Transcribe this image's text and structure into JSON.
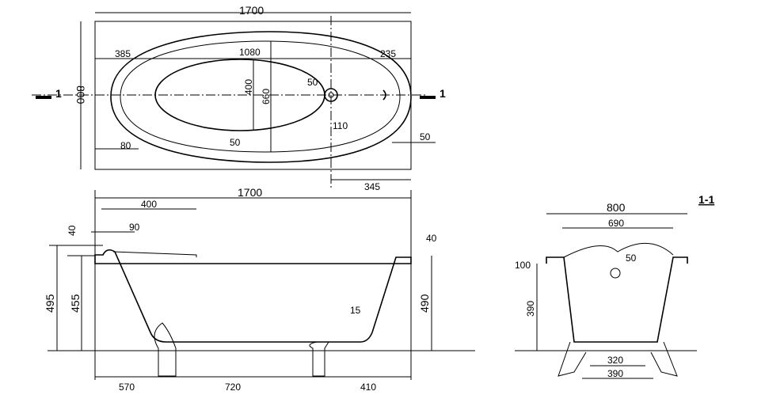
{
  "top_view": {
    "length": "1700",
    "width": "800",
    "left_offset": "385",
    "basin_length": "1080",
    "right_offset": "235",
    "drain_diameter": "50",
    "basin_width": "400",
    "inner_width": "660",
    "drain_offset": "110",
    "rim_left": "80",
    "rim_bottom": "50",
    "rim_right": "50",
    "drain_from_end": "345",
    "section_mark_left": "1",
    "section_mark_right": "1"
  },
  "side_view": {
    "length": "1700",
    "headrest_length": "400",
    "headrest_offset": "90",
    "rim_height_left": "40",
    "rim_height_right": "40",
    "total_height": "495",
    "rim_to_floor": "455",
    "height_right": "490",
    "wall_thickness": "15",
    "leg_left": "570",
    "leg_span": "720",
    "leg_right": "410"
  },
  "section_view": {
    "title": "1-1",
    "width": "800",
    "inner_width": "690",
    "overflow_diameter": "50",
    "rim_height": "100",
    "depth": "390",
    "leg_inner": "320",
    "leg_outer": "390"
  }
}
